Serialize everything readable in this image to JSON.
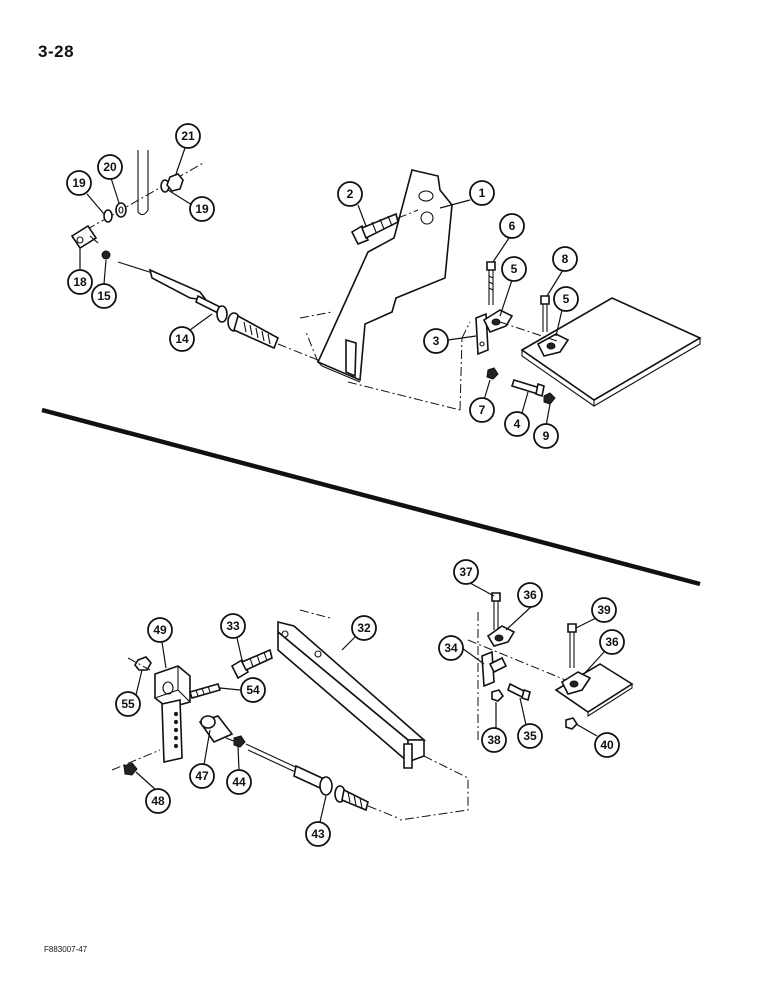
{
  "page": {
    "page_number": "3-28",
    "figure_code": "F883007-47"
  },
  "callouts": {
    "c1": "1",
    "c2": "2",
    "c3": "3",
    "c4": "4",
    "c5a": "5",
    "c5b": "5",
    "c6": "6",
    "c7": "7",
    "c8": "8",
    "c9": "9",
    "c14": "14",
    "c15": "15",
    "c18": "18",
    "c19a": "19",
    "c19b": "19",
    "c20": "20",
    "c21": "21",
    "c32": "32",
    "c33": "33",
    "c34": "34",
    "c35": "35",
    "c36a": "36",
    "c36b": "36",
    "c37": "37",
    "c38": "38",
    "c39": "39",
    "c40": "40",
    "c43": "43",
    "c44": "44",
    "c47": "47",
    "c48": "48",
    "c49": "49",
    "c54": "54",
    "c55": "55"
  }
}
